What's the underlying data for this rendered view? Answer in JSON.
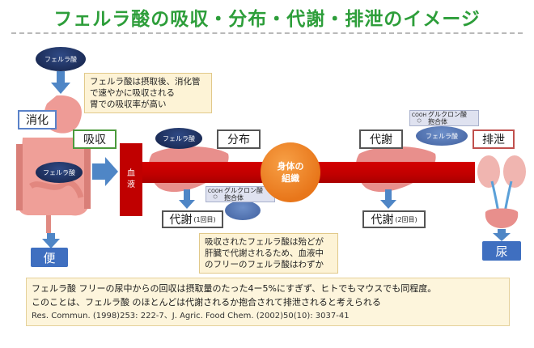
{
  "title": "フェルラ酸の吸収・分布・代謝・排泄のイメージ",
  "oval_label": "フェルラ酸",
  "notes": {
    "absorption": [
      "フェルラ酸は摂取後、消化管",
      "で速やかに吸収される",
      "胃での吸収率が高い"
    ],
    "liver": [
      "吸収されたフェルラ酸は殆どが",
      "肝臓で代謝されるため、血液中",
      "のフリーのフェルラ酸はわずか"
    ]
  },
  "labels": {
    "digestion": "消化",
    "absorption": "吸収",
    "distribution": "分布",
    "metabolism1": "代謝",
    "metabolism1_suffix": "(1回目)",
    "metabolism2": "代謝",
    "metabolism2_suffix": "(2回目)",
    "metabolism_top": "代謝",
    "excretion": "排泄",
    "feces": "便",
    "urine": "尿",
    "blood": [
      "血",
      "液"
    ],
    "body_tissue": [
      "身体の",
      "組織"
    ]
  },
  "complex": {
    "acid": "グルクロン酸",
    "conjugate": "抱合体",
    "icon_text": "COOH"
  },
  "bottom": {
    "line1": "フェルラ酸 フリーの尿中からの回収は摂取量のたった4ー5%にすぎず、ヒトでもマウスでも同程度。",
    "line2": "このことは、フェルラ酸 のほとんどは代謝されるか抱合されて排泄されると考えられる",
    "citation": "Res. Commun. (1998)253: 222-7、J. Agric. Food Chem. (2002)50(10): 3037-41"
  },
  "colors": {
    "title": "#2d9e3a",
    "blood_band": "#c00000",
    "flow_arrow": "#f4c21a",
    "down_arrow": "#4f86c6",
    "organ": "#e88f8c",
    "body_tissue": "#e8761a",
    "note_bg": "#fdf3d6"
  },
  "icons": [
    "stomach-intestine-icon",
    "liver-icon",
    "kidney-bladder-icon",
    "glucuronide-ring-icon"
  ]
}
